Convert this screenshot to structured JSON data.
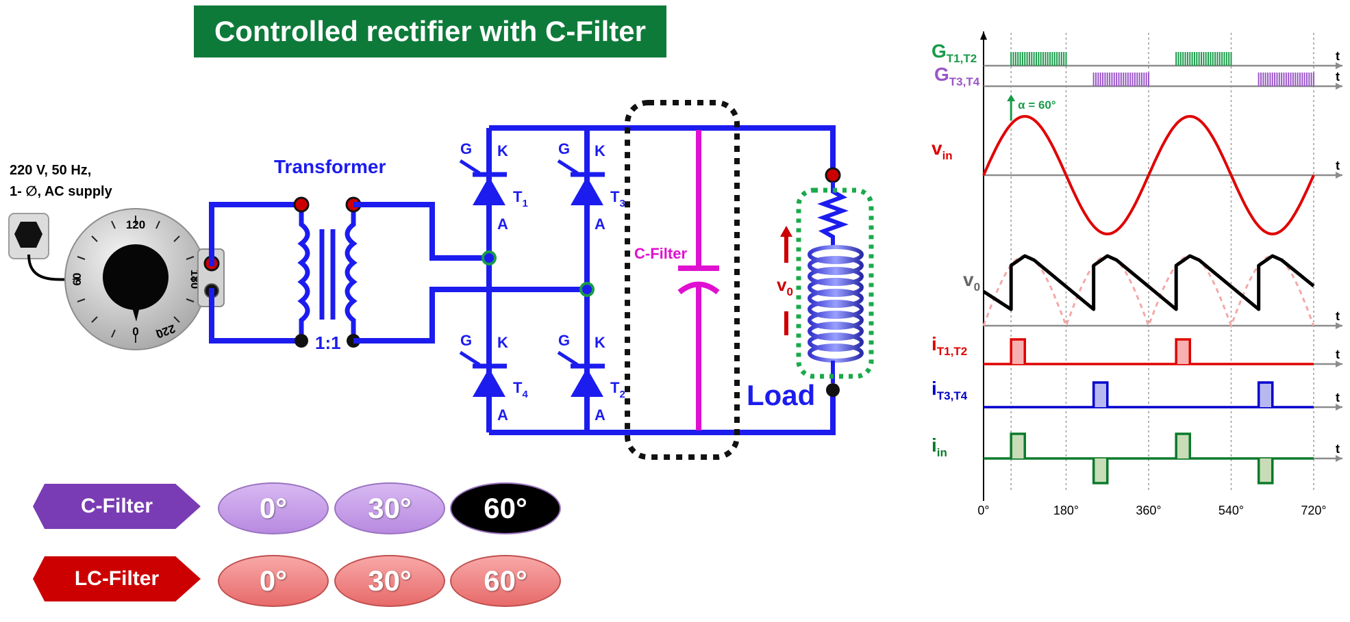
{
  "title": "Controlled rectifier with C-Filter",
  "supply": {
    "line1": "220 V, 50 Hz,",
    "line2": "1- ∅, AC supply"
  },
  "variac": {
    "ticks": [
      "120",
      "60",
      "180",
      "0",
      "220"
    ]
  },
  "transformer": {
    "label": "Transformer",
    "ratio": "1:1"
  },
  "thyristors": [
    {
      "gate": "G",
      "cathode": "K",
      "anode": "A",
      "name": "T",
      "sub": "1"
    },
    {
      "gate": "G",
      "cathode": "K",
      "anode": "A",
      "name": "T",
      "sub": "3"
    },
    {
      "gate": "G",
      "cathode": "K",
      "anode": "A",
      "name": "T",
      "sub": "4"
    },
    {
      "gate": "G",
      "cathode": "K",
      "anode": "A",
      "name": "T",
      "sub": "2"
    }
  ],
  "filter_label": "C-Filter",
  "output_label": {
    "main": "v",
    "sub": "0"
  },
  "load_label": "Load",
  "controls": {
    "rows": [
      {
        "label": "C-Filter",
        "color": "#7a3cb4",
        "angles": [
          "0°",
          "30°",
          "60°"
        ],
        "selected": 2
      },
      {
        "label": "LC-Filter",
        "color": "#cc0000",
        "angles": [
          "0°",
          "30°",
          "60°"
        ],
        "selected": -1
      }
    ]
  },
  "waveforms": {
    "alpha_label": "α = 60°",
    "t_label": "t",
    "x_ticks": [
      "0°",
      "180°",
      "360°",
      "540°",
      "720°"
    ],
    "labels": [
      {
        "main": "G",
        "sub": "T1,T2",
        "color": "#1a9a4a"
      },
      {
        "main": "G",
        "sub": "T3,T4",
        "color": "#9a55c8"
      },
      {
        "main": "v",
        "sub": "in",
        "color": "#e00000"
      },
      {
        "main": "v",
        "sub": "0",
        "color": "#666666"
      },
      {
        "main": "i",
        "sub": "T1,T2",
        "color": "#e00000"
      },
      {
        "main": "i",
        "sub": "T3,T4",
        "color": "#0000cc"
      },
      {
        "main": "i",
        "sub": "in",
        "color": "#0a7a2a"
      }
    ]
  },
  "colors": {
    "wire": "#1c1cee",
    "filter": "#e010d0",
    "title_bg": "#0e7a3a"
  }
}
